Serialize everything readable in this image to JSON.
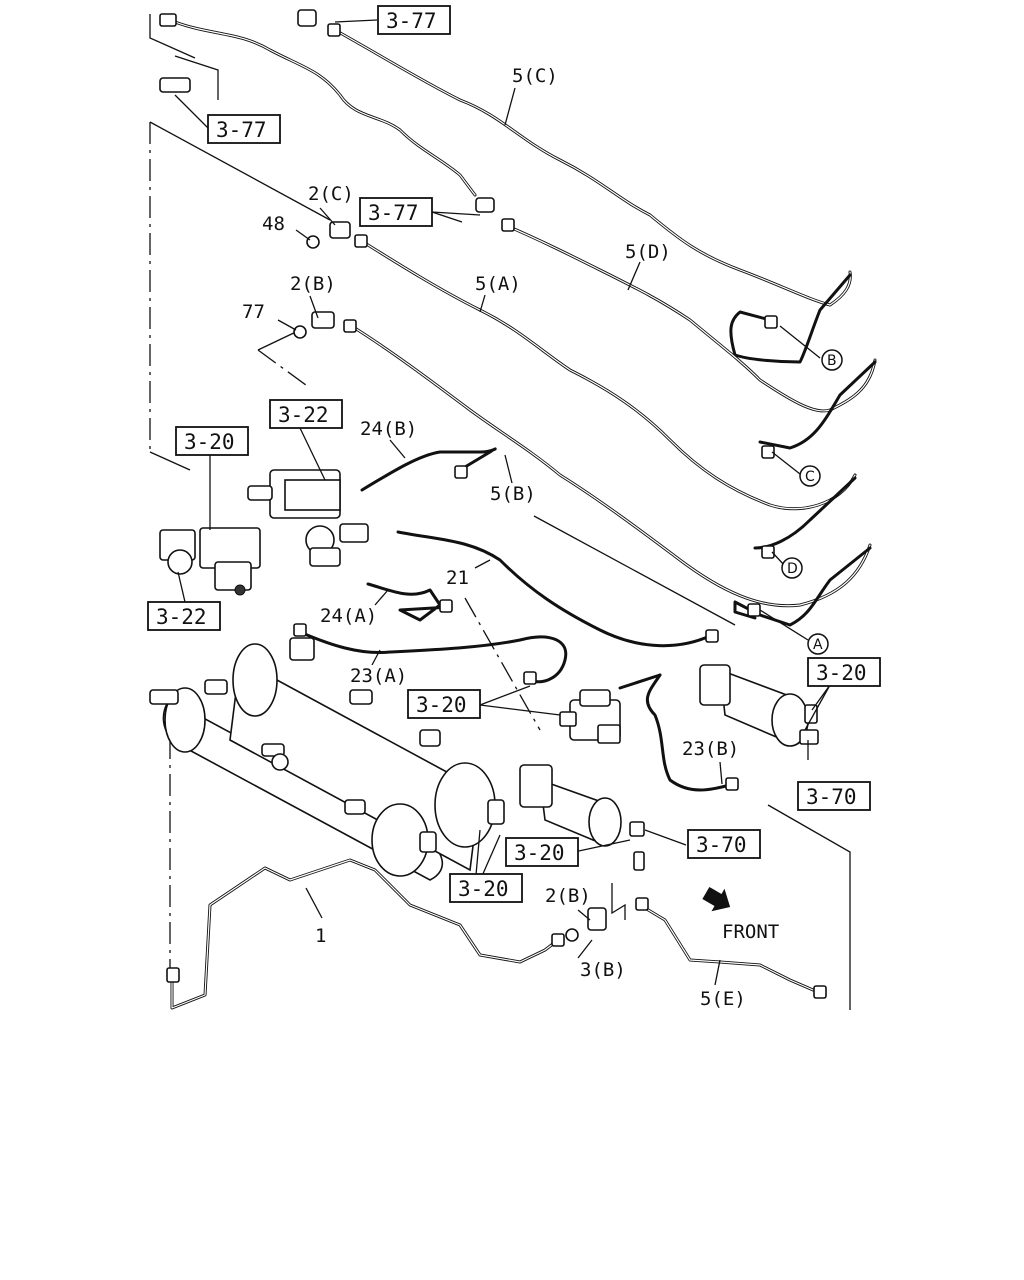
{
  "labels": {
    "l_5c": "5(C)",
    "l_2c": "2(C)",
    "l_48": "48",
    "l_5d": "5(D)",
    "l_5a": "5(A)",
    "l_2b_top": "2(B)",
    "l_77": "77",
    "l_24b": "24(B)",
    "l_5b": "5(B)",
    "l_21": "21",
    "l_24a": "24(A)",
    "l_23a": "23(A)",
    "l_23b": "23(B)",
    "l_1": "1",
    "l_2b_bot": "2(B)",
    "l_3b": "3(B)",
    "l_5e": "5(E)",
    "front": "FRONT"
  },
  "refs": {
    "r_377_top": "3-77",
    "r_377_left": "3-77",
    "r_377_mid": "3-77",
    "r_322_top": "3-22",
    "r_320_left": "3-20",
    "r_322_left": "3-22",
    "r_320_right": "3-20",
    "r_320_center": "3-20",
    "r_370_right": "3-70",
    "r_320_lower": "3-20",
    "r_370_lower": "3-70",
    "r_320_bottom": "3-20"
  },
  "circled": {
    "c_b": "B",
    "c_c": "C",
    "c_d": "D",
    "c_a": "A"
  },
  "icons": [
    "front-arrow-icon"
  ]
}
